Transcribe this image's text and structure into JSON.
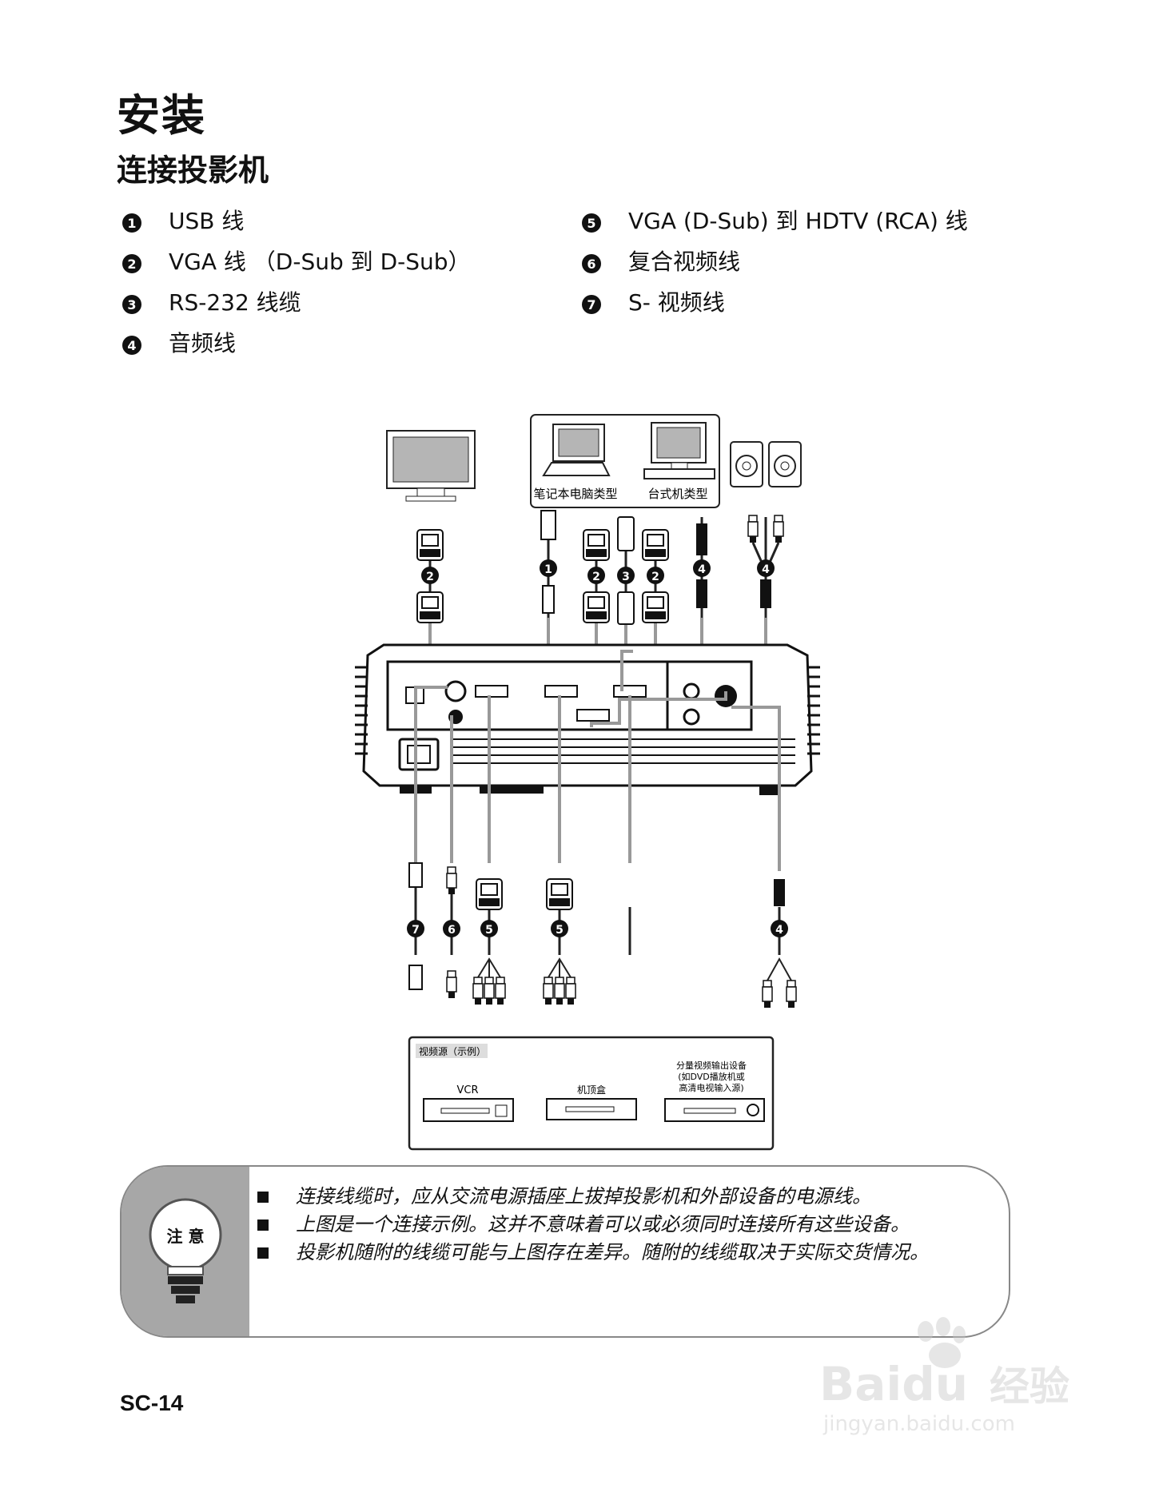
{
  "page": {
    "title": "安装",
    "subtitle": "连接投影机",
    "page_number": "SC-14"
  },
  "legend": [
    {
      "num": "1",
      "label": "USB 线"
    },
    {
      "num": "2",
      "label": "VGA 线 （D-Sub 到 D-Sub）"
    },
    {
      "num": "3",
      "label": "RS-232 线缆"
    },
    {
      "num": "4",
      "label": "音频线"
    },
    {
      "num": "5",
      "label": "VGA (D-Sub) 到 HDTV (RCA) 线"
    },
    {
      "num": "6",
      "label": "复合视频线"
    },
    {
      "num": "7",
      "label": "S- 视频线"
    }
  ],
  "diagram": {
    "laptop_label": "笔记本电脑类型",
    "desktop_label": "台式机类型",
    "source_box_title": "视频源（示例）",
    "vcr_label": "VCR",
    "stb_label": "机顶盒",
    "component_label_1": "分量视频输出设备",
    "component_label_2": "(如DVD播放机或",
    "component_label_3": "高清电视输入源)",
    "badges": {
      "top_vga_left": "2",
      "top_usb": "1",
      "top_vga_mid": "2",
      "top_rs232": "3",
      "top_vga_right": "2",
      "top_audio": "4",
      "top_audio_rca": "4",
      "bot_svideo": "7",
      "bot_composite": "6",
      "bot_hdtv_a": "5",
      "bot_hdtv_b": "5",
      "bot_audio": "4"
    }
  },
  "note": {
    "badge": "注 意",
    "items": [
      "连接线缆时，应从交流电源插座上拔掉投影机和外部设备的电源线。",
      "上图是一个连接示例。这并不意味着可以或必须同时连接所有这些设备。",
      "投影机随附的线缆可能与上图存在差异。随附的线缆取决于实际交货情况。"
    ]
  },
  "watermark": {
    "brand": "Baidu",
    "brand_cn": "经验",
    "url": "jingyan.baidu.com"
  }
}
